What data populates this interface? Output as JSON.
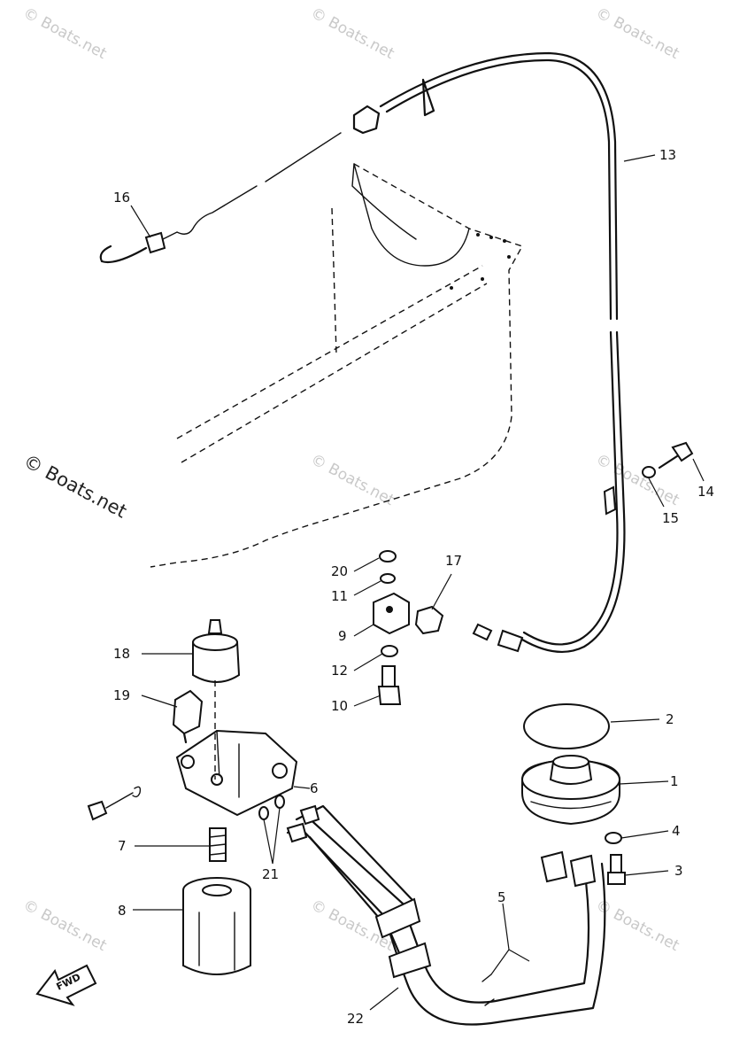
{
  "watermarks": [
    "© Boats.net",
    "© Boats.net",
    "© Boats.net",
    "© Boats.net",
    "© Boats.net",
    "© Boats.net",
    "© Boats.net",
    "© Boats.net",
    "© Boats.net"
  ],
  "watermark_main": "© Boats.net",
  "fwd_label": "FWD",
  "parts": [
    "1",
    "2",
    "3",
    "4",
    "5",
    "6",
    "7",
    "8",
    "9",
    "10",
    "11",
    "12",
    "13",
    "14",
    "15",
    "16",
    "17",
    "18",
    "19",
    "20",
    "21",
    "22"
  ]
}
